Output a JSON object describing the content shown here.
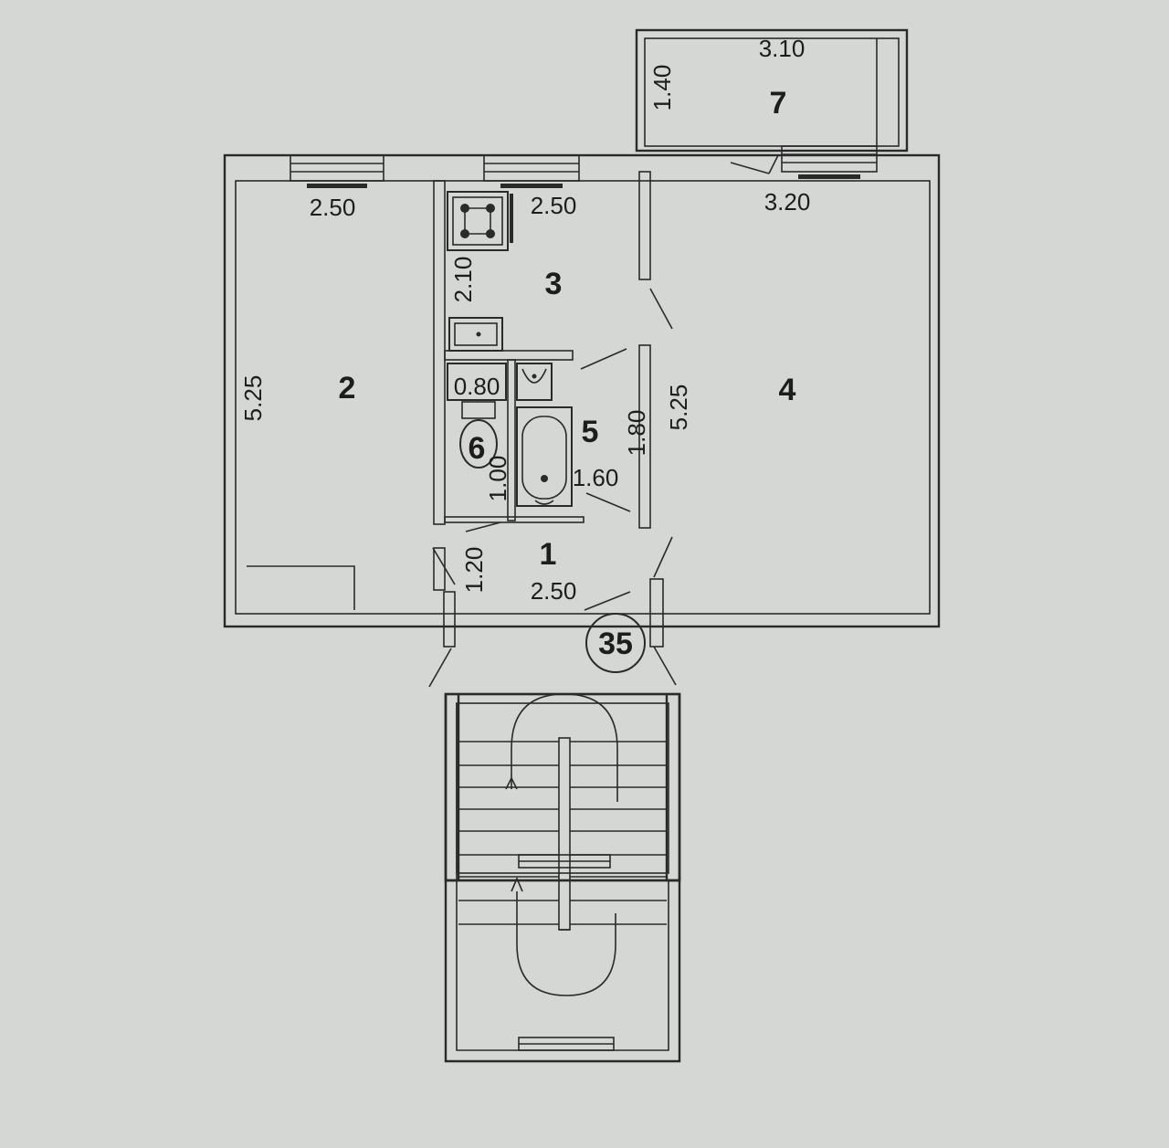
{
  "background": "#d9dbd8",
  "ink": "#2a2a2a",
  "rooms": {
    "r1": "1",
    "r2": "2",
    "r3": "3",
    "r4": "4",
    "r5": "5",
    "r6": "6",
    "r7": "7"
  },
  "dimensions": {
    "r7_width": "3.10",
    "r7_depth": "1.40",
    "r2_width": "2.50",
    "r2_length": "5.25",
    "r3_width": "2.50",
    "r3_depth": "2.10",
    "r4_width": "3.20",
    "r4_length": "5.25",
    "r6_width": "0.80",
    "r6_depth": "1.00",
    "r5_width": "1.60",
    "r5_depth": "1.80",
    "r1_depth": "1.20",
    "r1_width": "2.50"
  },
  "apartment_number": "35"
}
